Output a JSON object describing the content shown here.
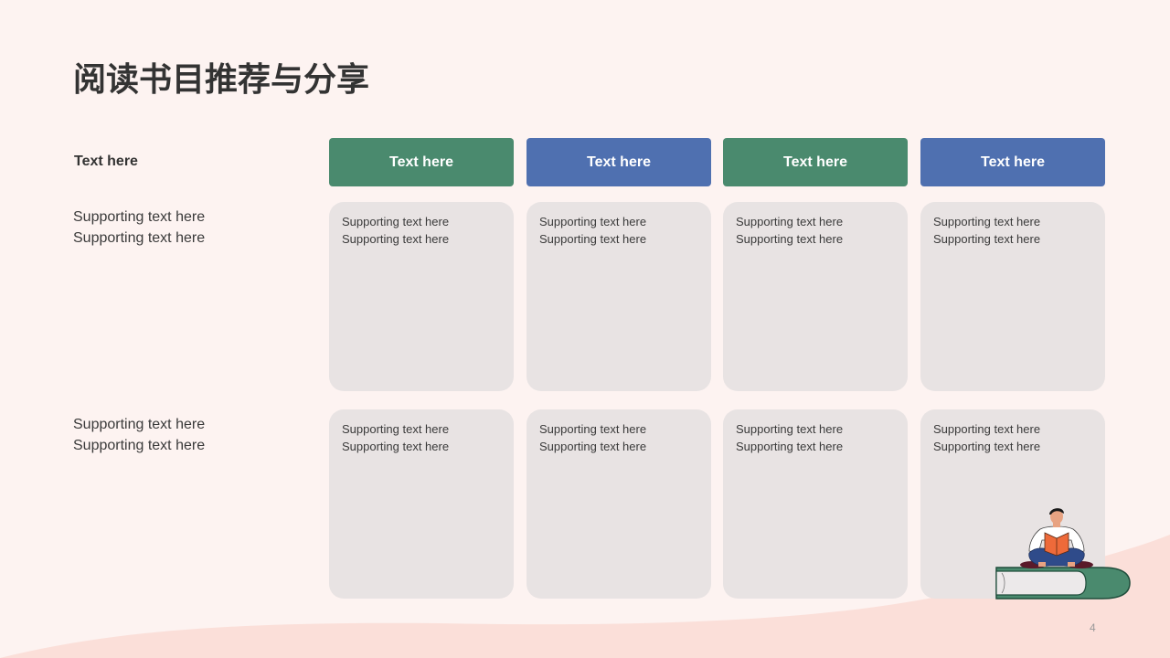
{
  "title": "阅读书目推荐与分享",
  "table": {
    "corner_label": "Text here",
    "columns": [
      {
        "label": "Text here",
        "color": "#4a8a6e"
      },
      {
        "label": "Text here",
        "color": "#4f70b0"
      },
      {
        "label": "Text here",
        "color": "#4a8a6e"
      },
      {
        "label": "Text here",
        "color": "#4f70b0"
      }
    ],
    "rows": [
      {
        "label_line1": "Supporting text here",
        "label_line2": "Supporting text here",
        "cells": [
          {
            "line1": "Supporting  text here",
            "line2": "Supporting  text here"
          },
          {
            "line1": "Supporting  text here",
            "line2": "Supporting  text here"
          },
          {
            "line1": "Supporting  text here",
            "line2": "Supporting  text here"
          },
          {
            "line1": "Supporting  text here",
            "line2": "Supporting  text here"
          }
        ]
      },
      {
        "label_line1": "Supporting text here",
        "label_line2": "Supporting text here",
        "cells": [
          {
            "line1": "Supporting  text here",
            "line2": "Supporting  text here"
          },
          {
            "line1": "Supporting  text here",
            "line2": "Supporting  text here"
          },
          {
            "line1": "Supporting  text here",
            "line2": "Supporting  text here"
          },
          {
            "line1": "Supporting  text here",
            "line2": "Supporting  text here"
          }
        ]
      }
    ]
  },
  "page_number": "4",
  "illustration": "person-reading-on-book-icon",
  "colors": {
    "background": "#fdf3f1",
    "wave": "#fbdfd9",
    "green": "#4a8a6e",
    "blue": "#4f70b0",
    "cell": "#e8e3e3"
  }
}
